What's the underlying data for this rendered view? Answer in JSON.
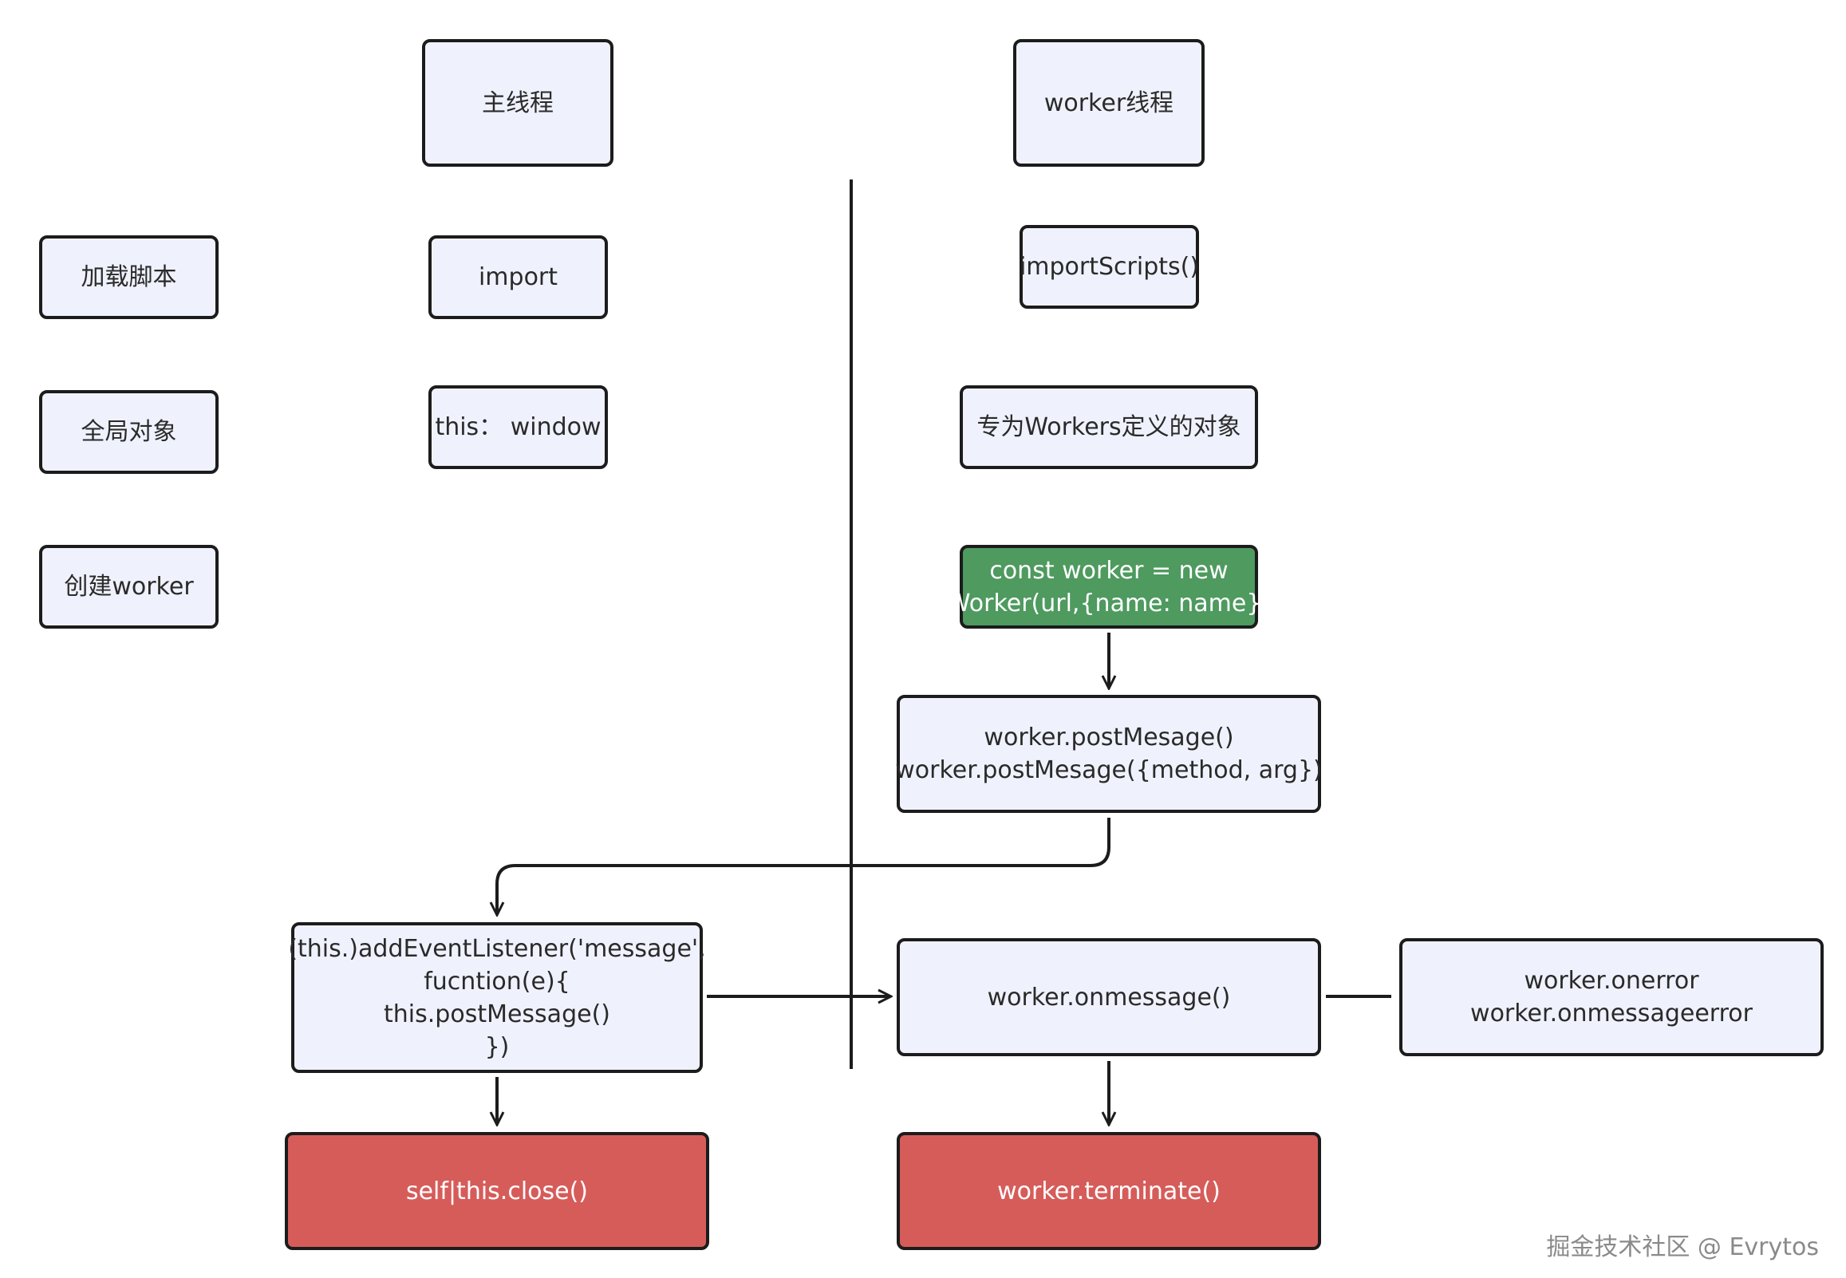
{
  "header_main": "主线程",
  "header_worker": "worker线程",
  "row_load_label": "加载脚本",
  "row_global_label": "全局对象",
  "row_create_label": "创建worker",
  "main_import": "import",
  "main_this": "this： window",
  "worker_import_scripts": "importScripts()",
  "worker_global": "专为Workers定义的对象",
  "worker_create": [
    "const worker = new",
    "Worker(url,{name: name})"
  ],
  "worker_post": [
    "worker.postMesage()",
    "worker.postMesage({method, arg})"
  ],
  "main_listener": [
    "(this.)addEventListener('message',",
    "fucntion(e){",
    "this.postMessage()",
    "})"
  ],
  "worker_onmessage": "worker.onmessage()",
  "worker_errors": [
    "worker.onerror",
    "worker.onmessageerror"
  ],
  "main_close": "self|this.close()",
  "worker_terminate": "worker.terminate()",
  "watermark": "掘金技术社区 @ Evrytos",
  "colors": {
    "node_fill": "#eff2fc",
    "green": "#4e9a5f",
    "red": "#d65c5a",
    "stroke": "#1c1c1c"
  }
}
